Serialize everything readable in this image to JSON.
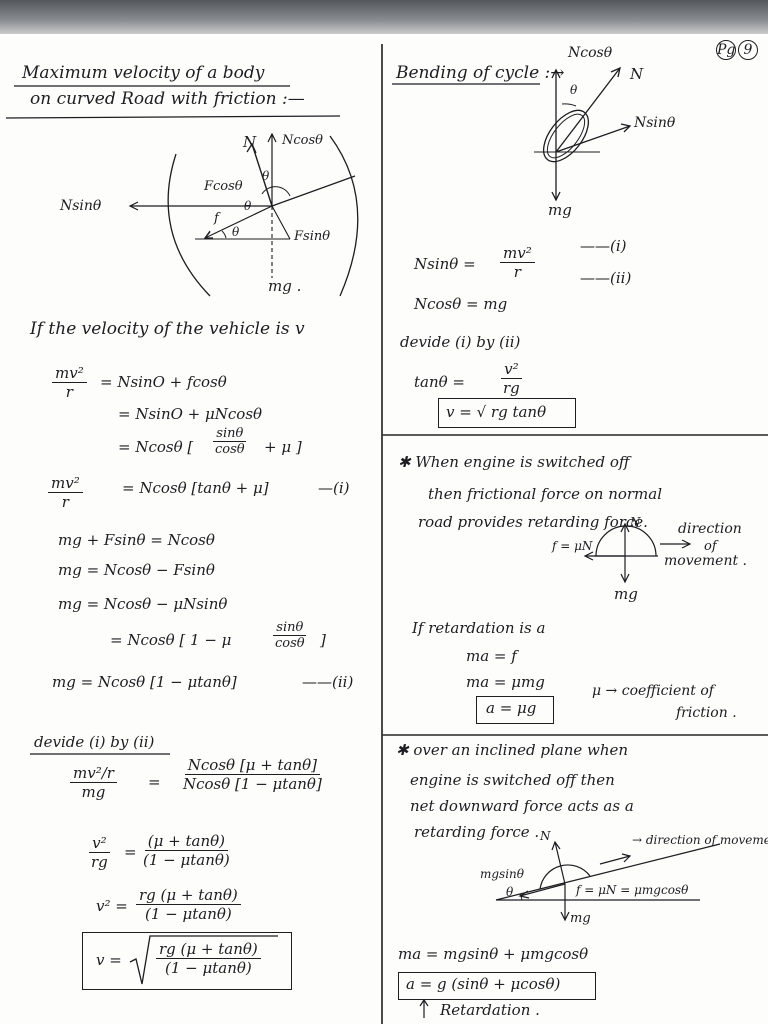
{
  "page_number": {
    "prefix": "Pg",
    "number": "9"
  },
  "left": {
    "title_line1": "Maximum velocity of a body",
    "title_line2": "on curved Road with friction :—",
    "diagram": {
      "N": "N",
      "NcosO": "Ncosθ",
      "FcosO": "Fcosθ",
      "NsinO": "Nsinθ",
      "f": "f",
      "theta1": "θ",
      "theta2": "θ",
      "theta3": "θ",
      "FsinO": "Fsinθ",
      "mg": "mg ."
    },
    "intro": "If the velocity of the vehicle is v",
    "eq1_lhs_n": "mv²",
    "eq1_lhs_d": "r",
    "eq1_a": "= NsinO + fcosθ",
    "eq1_b": "= NsinO + μNcosθ",
    "eq1_c1": "= Ncosθ [",
    "eq1_c_n": "sinθ",
    "eq1_c_d": "cosθ",
    "eq1_c2": "+ μ ]",
    "eq1_d_n": "mv²",
    "eq1_d_d": "r",
    "eq1_d": "= Ncosθ [tanθ + μ]",
    "eq1_tag": "—(i)",
    "eq2_a": "mg + Fsinθ = Ncosθ",
    "eq2_b": "mg = Ncosθ − Fsinθ",
    "eq2_c": "mg = Ncosθ − μNsinθ",
    "eq2_d1": "= Ncosθ [ 1 − μ",
    "eq2_d_n": "sinθ",
    "eq2_d_d": "cosθ",
    "eq2_d2": "]",
    "eq2_e": "mg = Ncosθ [1 − μtanθ]",
    "eq2_tag": "——(ii)",
    "divide": "devide (i) by (ii)",
    "d1_n": "mv²/r",
    "d1_d": "mg",
    "d1_rn": "Ncosθ [μ + tanθ]",
    "d1_rd": "Ncosθ [1 − μtanθ]",
    "d2_n": "v²",
    "d2_d": "rg",
    "d2_rn": "(μ + tanθ)",
    "d2_rd": "(1 − μtanθ)",
    "d3_l": "v² =",
    "d3_rn": "rg (μ + tanθ)",
    "d3_rd": "(1 − μtanθ)",
    "final_l": "v =",
    "final_n": "rg (μ + tanθ)",
    "final_d": "(1 − μtanθ)"
  },
  "right": {
    "bend_title": "Bending of cycle :→",
    "diagram": {
      "NcosO": "Ncosθ",
      "N": "N",
      "theta": "θ",
      "NsinO": "Nsinθ",
      "mg": "mg"
    },
    "eq_a_l": "Nsinθ =",
    "eq_a_n": "mv²",
    "eq_a_d": "r",
    "eq_a_tag": "——(i)",
    "eq_b": "Ncosθ = mg",
    "eq_b_tag": "——(ii)",
    "divide": "devide (i) by (ii)",
    "tan_l": "tanθ =",
    "tan_n": "v²",
    "tan_d": "rg",
    "final": "v = √ rg tanθ",
    "s2_l1": "✱  When engine is switched off",
    "s2_l2": "then frictional force on normal",
    "s2_l3": "road provides retarding force.",
    "s2_N": "N",
    "s2_f": "f = μN",
    "s2_dir1": "direction",
    "s2_dir2": "of",
    "s2_dir3": "movement .",
    "s2_mg": "mg",
    "s3_l1": "If retardation is a",
    "s3_l2": "ma = f",
    "s3_l3": "ma = μmg",
    "s3_box": "a = μg",
    "s3_note1": "μ → coefficient of",
    "s3_note2": "friction .",
    "s4_l1": "✱  over an inclined plane when",
    "s4_l2": "engine is switched off then",
    "s4_l3": "net downward force acts as a",
    "s4_l4": "retarding force .",
    "s4_dir": "→ direction of movement",
    "s4_N": "N",
    "s4_mgsin": "mgsinθ",
    "s4_fr": "f = μN = μmgcosθ",
    "s4_theta": "θ",
    "s4_mg": "mg",
    "s4_eq": "ma = mgsinθ + μmgcosθ",
    "s4_box": "a = g (sinθ + μcosθ)",
    "s4_ret": "Retardation ."
  }
}
